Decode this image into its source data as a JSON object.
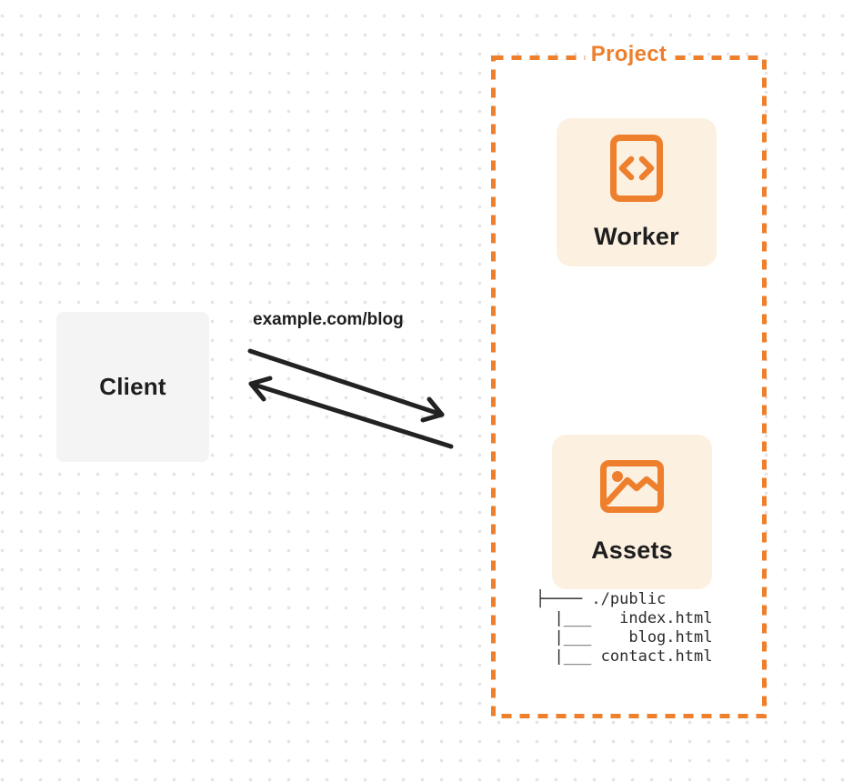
{
  "colors": {
    "accent": "#EE7F2D",
    "peach": "#FCF0E1",
    "client_bg": "#F4F4F5",
    "text_dark": "#1E1E1F",
    "tree_text": "#2B2B2B",
    "dot": "#E4E4E6",
    "arrow": "#222222",
    "paper": "#FFFFFF"
  },
  "client": {
    "label": "Client"
  },
  "request": {
    "label": "example.com/blog"
  },
  "project": {
    "title": "Project",
    "worker": {
      "label": "Worker",
      "icon": "code-file-icon"
    },
    "assets": {
      "label": "Assets",
      "icon": "image-icon"
    },
    "file_tree": {
      "root": "./public",
      "files": [
        "index.html",
        "blog.html",
        "contact.html"
      ],
      "lines": [
        "├──── ./public",
        "  |___   index.html",
        "  |___    blog.html",
        "  |___ contact.html"
      ]
    }
  }
}
